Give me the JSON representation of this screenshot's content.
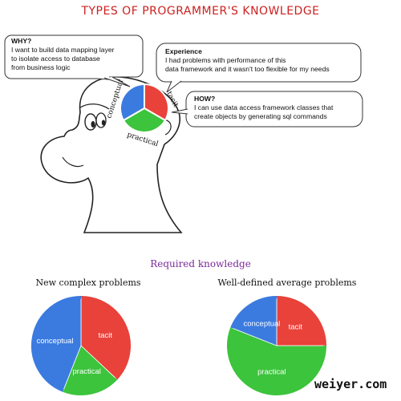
{
  "title": "TYPES OF PROGRAMMER'S KNOWLEDGE",
  "bubbles": {
    "why": {
      "heading": "WHY?",
      "line1": "I want to build data mapping layer",
      "line2": "to isolate access to database",
      "line3": "from business logic"
    },
    "experience": {
      "heading": "Experience",
      "line1": "I had problems with performance of this",
      "line2": "data framework and it wasn't too flexible for my needs"
    },
    "how": {
      "heading": "HOW?",
      "line1": "I can use data access framework classes that",
      "line2": "create objects by generating sql commands"
    }
  },
  "wheel": {
    "conceptual": "conceptual",
    "tacit": "tacit",
    "practical": "practical"
  },
  "required": "Required knowledge",
  "colors": {
    "conceptual": "#3b7be0",
    "tacit": "#e8423a",
    "practical": "#3cc43c"
  },
  "chart_data": [
    {
      "type": "pie",
      "title": "New complex problems",
      "slices": [
        {
          "name": "conceptual",
          "value": 44
        },
        {
          "name": "tacit",
          "value": 37
        },
        {
          "name": "practical",
          "value": 19
        }
      ]
    },
    {
      "type": "pie",
      "title": "Well-defined average problems",
      "slices": [
        {
          "name": "conceptual",
          "value": 19
        },
        {
          "name": "tacit",
          "value": 25
        },
        {
          "name": "practical",
          "value": 56
        }
      ]
    }
  ],
  "watermark": "weiyer.com"
}
